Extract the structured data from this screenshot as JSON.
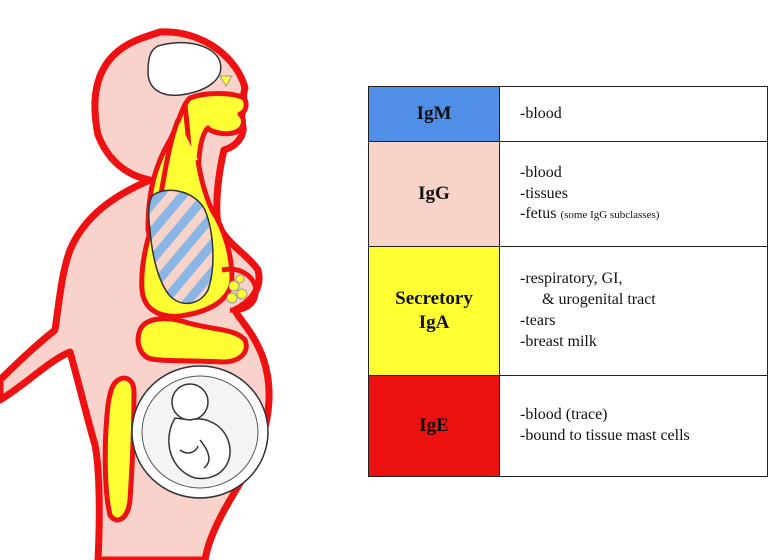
{
  "colors": {
    "igm": "#4f8fe8",
    "igg": "#f7d3ca",
    "iga": "#ffff33",
    "ige": "#ee1111",
    "body_outline": "#ee1111",
    "body_fill": "#f9d3cb",
    "mucosa": "#ffff33"
  },
  "table": {
    "rows": [
      {
        "name": "IgM",
        "lines": [
          "-blood"
        ]
      },
      {
        "name": "IgG",
        "lines": [
          "-blood",
          "-tissues",
          "-fetus"
        ],
        "note": "(some IgG subclasses)"
      },
      {
        "name": [
          "Secretory",
          "IgA"
        ],
        "lines": [
          "-respiratory, GI,",
          "& urogenital tract",
          "-tears",
          "-breast milk"
        ]
      },
      {
        "name": "IgE",
        "lines": [
          "-blood (trace)",
          "-bound to tissue mast cells"
        ]
      }
    ]
  }
}
